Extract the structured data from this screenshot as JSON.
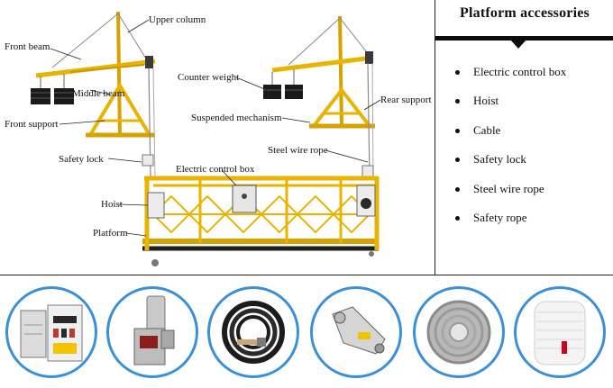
{
  "panel": {
    "title": "Platform accessories",
    "items": [
      {
        "label": "Electric control box"
      },
      {
        "label": "Hoist"
      },
      {
        "label": "Cable"
      },
      {
        "label": "Safety lock"
      },
      {
        "label": "Steel wire rope"
      },
      {
        "label": "Safety rope"
      }
    ]
  },
  "diagram": {
    "labels": {
      "front_beam": "Front beam",
      "upper_column": "Upper column",
      "middle_beam": "Middle beam",
      "front_support": "Front support",
      "counter_weight": "Counter weight",
      "rear_support": "Rear support",
      "suspended_mechanism": "Suspended mechanism",
      "steel_wire_rope": "Steel wire rope",
      "safety_lock": "Safety lock",
      "electric_control_box": "Electric control box",
      "hoist": "Hoist",
      "platform": "Platform"
    }
  },
  "colors": {
    "frame_yellow": "#e9b300",
    "frame_dark": "#b88a00",
    "accent_blue": "#3a8fd8",
    "weight_black": "#1a1a1a"
  },
  "thumbnails": [
    {
      "icon": "electric-control-box-icon"
    },
    {
      "icon": "hoist-icon"
    },
    {
      "icon": "cable-icon"
    },
    {
      "icon": "safety-lock-icon"
    },
    {
      "icon": "steel-wire-rope-icon"
    },
    {
      "icon": "safety-rope-icon"
    }
  ]
}
